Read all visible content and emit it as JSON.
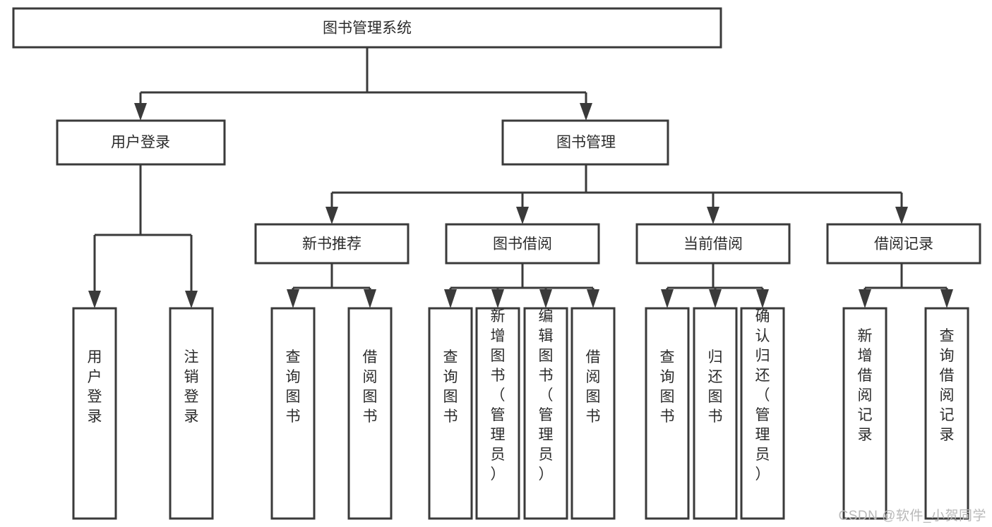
{
  "diagram": {
    "type": "tree-hierarchy-chart",
    "title": "图书管理系统",
    "watermark": "CSDN @软件_小贺同学",
    "colors": {
      "background": "#ffffff",
      "stroke": "#3a3a3a",
      "text": "#2b2b2b",
      "watermark": "#b9b9b9"
    },
    "root": {
      "label": "图书管理系统"
    },
    "level1": [
      {
        "label": "用户登录"
      },
      {
        "label": "图书管理"
      }
    ],
    "level2": [
      {
        "label": "新书推荐"
      },
      {
        "label": "图书借阅"
      },
      {
        "label": "当前借阅"
      },
      {
        "label": "借阅记录"
      }
    ],
    "leaves": {
      "user_login": [
        {
          "label": "用户登录"
        },
        {
          "label": "注销登录"
        }
      ],
      "new_book_recommend": [
        {
          "label": "查询图书"
        },
        {
          "label": "借阅图书"
        }
      ],
      "book_borrow": [
        {
          "label": "查询图书"
        },
        {
          "label": "新增图书（管理员）"
        },
        {
          "label": "编辑图书（管理员）"
        },
        {
          "label": "借阅图书"
        }
      ],
      "current_borrow": [
        {
          "label": "查询图书"
        },
        {
          "label": "归还图书"
        },
        {
          "label": "确认归还（管理员）"
        }
      ],
      "borrow_record": [
        {
          "label": "新增借阅记录"
        },
        {
          "label": "查询借阅记录"
        }
      ]
    }
  }
}
